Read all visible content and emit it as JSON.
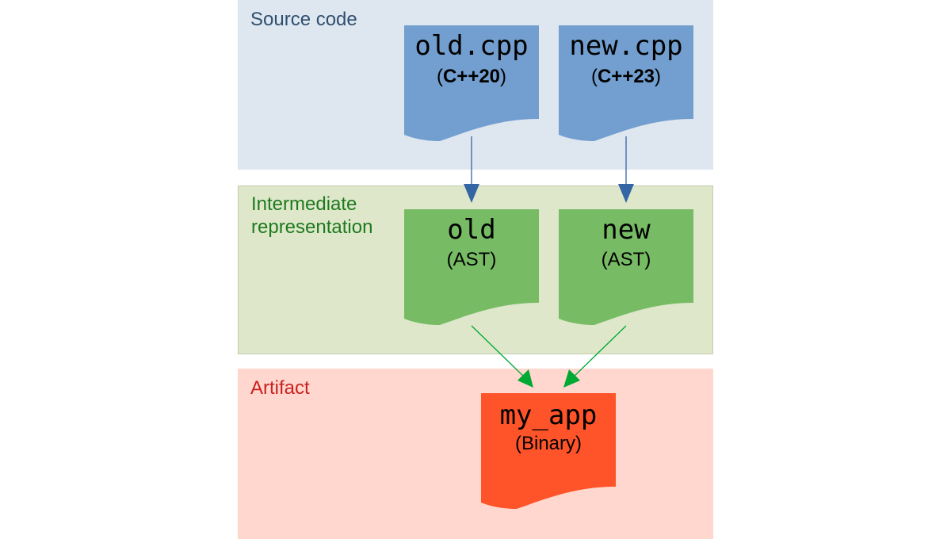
{
  "layers": {
    "source": {
      "label": "Source code",
      "color": "#dee6ef",
      "label_color": "#2f4f6f"
    },
    "ir": {
      "label": "Intermediate\nrepresentation",
      "color": "#dee7ca",
      "label_color": "#1e7a1e"
    },
    "artifact": {
      "label": "Artifact",
      "color": "#ffd7cf",
      "label_color": "#c9211e"
    }
  },
  "documents": {
    "old_cpp": {
      "title": "old.cpp",
      "sub_prefix": "(",
      "sub_bold": "C++20",
      "sub_suffix": ")",
      "color": "#729fcf"
    },
    "new_cpp": {
      "title": "new.cpp",
      "sub_prefix": "(",
      "sub_bold": "C++23",
      "sub_suffix": ")",
      "color": "#729fcf"
    },
    "old_ast": {
      "title": "old",
      "subtitle": "(AST)",
      "color": "#77bc65"
    },
    "new_ast": {
      "title": "new",
      "subtitle": "(AST)",
      "color": "#77bc65"
    },
    "my_app": {
      "title": "my_app",
      "subtitle": "(Binary)",
      "color": "#ff5429"
    }
  },
  "edges": [
    {
      "from": "old.cpp",
      "to": "old",
      "color": "#3465a4"
    },
    {
      "from": "new.cpp",
      "to": "new",
      "color": "#3465a4"
    },
    {
      "from": "old",
      "to": "my_app",
      "color": "#00a933"
    },
    {
      "from": "new",
      "to": "my_app",
      "color": "#00a933"
    }
  ]
}
